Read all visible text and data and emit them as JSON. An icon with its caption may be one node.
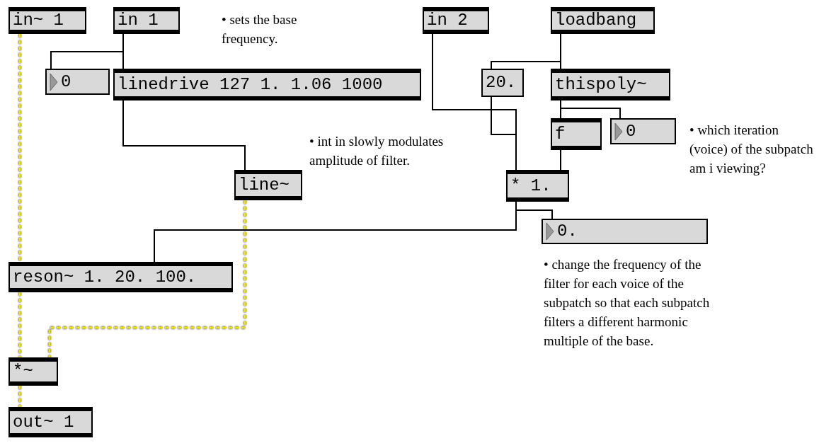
{
  "diagram": {
    "nodes": [
      {
        "text": [
          "in~ 1"
        ]
      },
      {
        "text": [
          "in 1"
        ]
      },
      {
        "text": [
          "0"
        ]
      },
      {
        "text": [
          "linedrive 127 1. 1.06 1000"
        ]
      },
      {
        "text": [
          "line~"
        ]
      },
      {
        "text": [
          "in 2"
        ]
      },
      {
        "text": [
          "loadbang"
        ]
      },
      {
        "text": [
          "20."
        ]
      },
      {
        "text": [
          "thispoly~"
        ]
      },
      {
        "text": [
          "f"
        ]
      },
      {
        "text": [
          "0"
        ]
      },
      {
        "text": [
          "* 1."
        ]
      },
      {
        "text": [
          "0."
        ]
      },
      {
        "text": [
          "reson~ 1. 20. 100."
        ]
      },
      {
        "text": [
          "*~"
        ]
      },
      {
        "text": [
          "out~ 1"
        ]
      }
    ],
    "edges": [
      {
        "from": 0,
        "to": 13,
        "arrow": "none",
        "style": "dashed",
        "color": "#f2e600"
      },
      {
        "from": 1,
        "to": 2,
        "arrow": "none"
      },
      {
        "from": 1,
        "to": 3,
        "arrow": "none"
      },
      {
        "from": 3,
        "to": 4,
        "arrow": "none"
      },
      {
        "from": 4,
        "to": 14,
        "arrow": "none",
        "style": "dashed",
        "color": "#f2e600"
      },
      {
        "from": 5,
        "to": 11,
        "arrow": "none"
      },
      {
        "from": 6,
        "to": 7,
        "arrow": "none"
      },
      {
        "from": 6,
        "to": 8,
        "arrow": "none"
      },
      {
        "from": 7,
        "to": 11,
        "arrow": "none"
      },
      {
        "from": 8,
        "to": 9,
        "arrow": "none"
      },
      {
        "from": 8,
        "to": 10,
        "arrow": "none"
      },
      {
        "from": 9,
        "to": 11,
        "arrow": "none"
      },
      {
        "from": 11,
        "to": 13,
        "arrow": "none"
      },
      {
        "from": 11,
        "to": 12,
        "arrow": "none"
      },
      {
        "from": 13,
        "to": 14,
        "arrow": "none",
        "style": "dashed",
        "color": "#f2e600"
      },
      {
        "from": 14,
        "to": 15,
        "arrow": "none",
        "style": "dashed",
        "color": "#f2e600"
      }
    ],
    "labels": [
      "• sets the base frequency.",
      "• int in slowly modulates amplitude of filter.",
      "• which iteration (voice) of the subpatch am i viewing?",
      "• change the frequency of the filter for each voice of the subpatch so that each subpatch filters a different harmonic multiple of the base."
    ]
  }
}
